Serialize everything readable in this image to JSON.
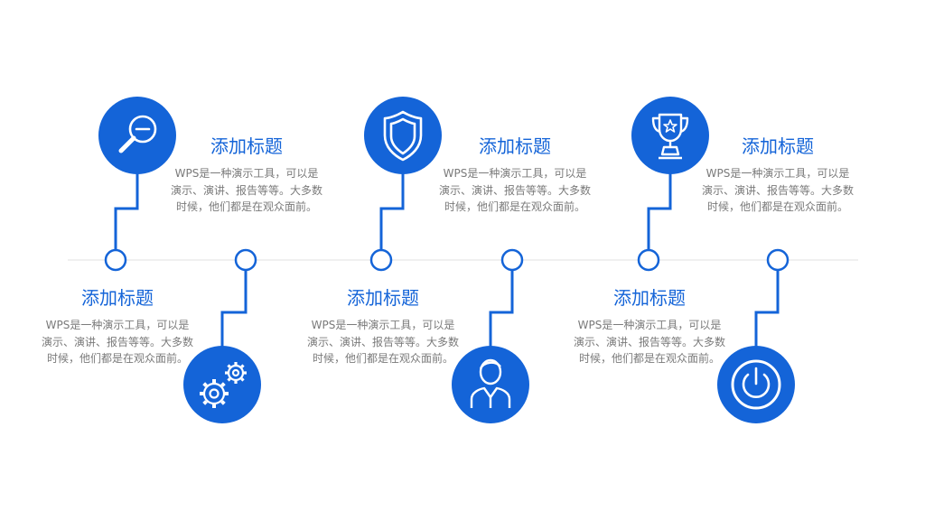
{
  "theme": {
    "accent": "#1464d8",
    "line": "#e8e8e8",
    "text": "#7a7a7a"
  },
  "steps": [
    {
      "icon": "search-icon",
      "title": "添加标题",
      "desc": "WPS是一种演示工具，可以是演示、演讲、报告等等。大多数时候，他们都是在观众面前。"
    },
    {
      "icon": "gears-icon",
      "title": "添加标题",
      "desc": "WPS是一种演示工具，可以是演示、演讲、报告等等。大多数时候，他们都是在观众面前。"
    },
    {
      "icon": "shield-icon",
      "title": "添加标题",
      "desc": "WPS是一种演示工具，可以是演示、演讲、报告等等。大多数时候，他们都是在观众面前。"
    },
    {
      "icon": "person-icon",
      "title": "添加标题",
      "desc": "WPS是一种演示工具，可以是演示、演讲、报告等等。大多数时候，他们都是在观众面前。"
    },
    {
      "icon": "trophy-icon",
      "title": "添加标题",
      "desc": "WPS是一种演示工具，可以是演示、演讲、报告等等。大多数时候，他们都是在观众面前。"
    },
    {
      "icon": "power-icon",
      "title": "添加标题",
      "desc": "WPS是一种演示工具，可以是演示、演讲、报告等等。大多数时候，他们都是在观众面前。"
    }
  ]
}
